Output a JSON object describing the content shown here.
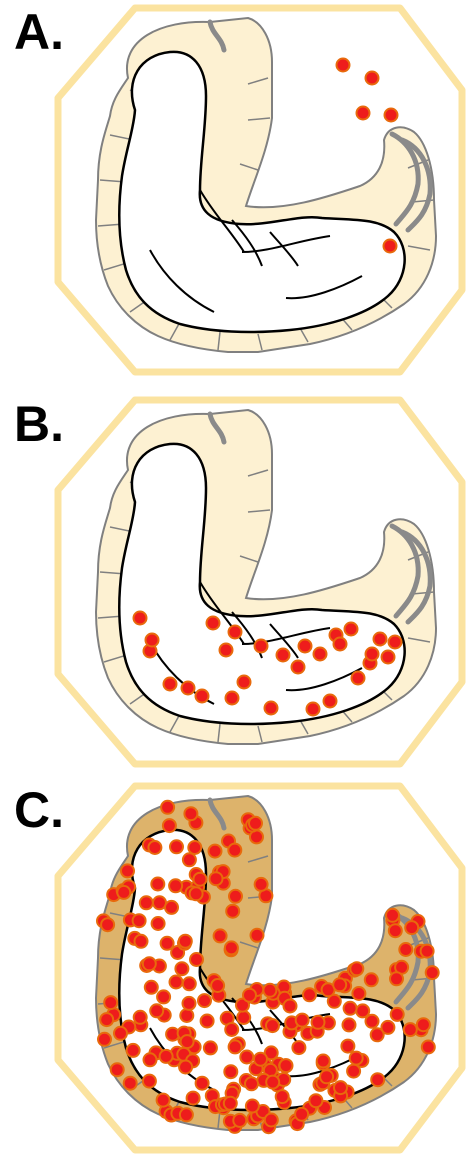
{
  "colors": {
    "outline_ring": "#fbe3a0",
    "light_tissue": "#fdf1d2",
    "dark_tissue": "#ddb36b",
    "tissue_edge": "#808080",
    "dot_fill": "#ee1c1c",
    "dot_edge": "#e86a0c",
    "lumen": "#ffffff"
  },
  "panels": [
    {
      "label": "A.",
      "style": "light",
      "dot_count": 5
    },
    {
      "label": "B.",
      "style": "light",
      "dot_count": 28
    },
    {
      "label": "C.",
      "style": "dark",
      "dot_count": 230
    }
  ]
}
